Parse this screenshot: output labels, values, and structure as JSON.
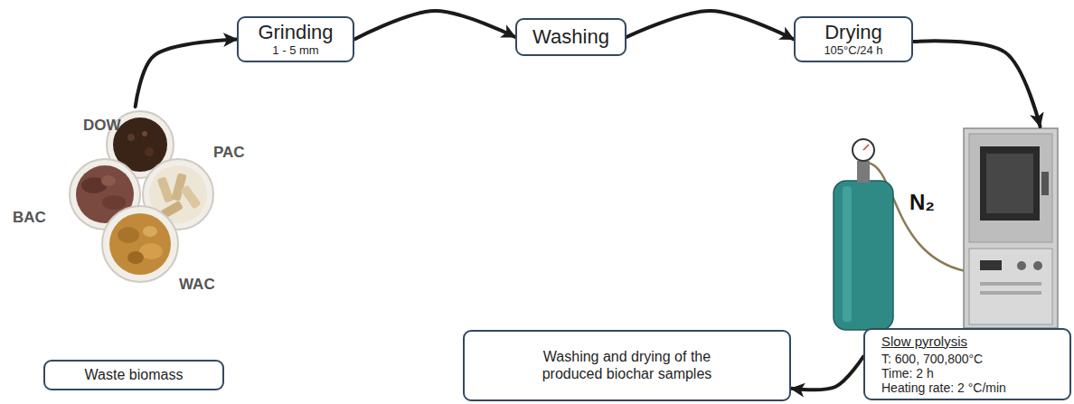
{
  "diagram": {
    "nodes": [
      {
        "text": [
          "Waste biomass"
        ]
      },
      {
        "text": [
          "Grinding",
          "1 - 5 mm"
        ]
      },
      {
        "text": [
          "Washing"
        ]
      },
      {
        "text": [
          "Drying",
          "105°C/24 h"
        ]
      },
      {
        "text": [
          "Slow pyrolysis",
          "T: 600, 700,800°C",
          "Time: 2 h",
          "Heating rate: 2 °C/min"
        ]
      },
      {
        "text": [
          "Washing and drying of the produced biochar samples"
        ]
      }
    ],
    "edges": [
      {
        "from": 0,
        "to": 1,
        "arrow": "to"
      },
      {
        "from": 1,
        "to": 2,
        "arrow": "to"
      },
      {
        "from": 2,
        "to": 3,
        "arrow": "to"
      },
      {
        "from": 3,
        "to": 4,
        "arrow": "to"
      },
      {
        "from": 4,
        "to": 5,
        "arrow": "to"
      }
    ],
    "labels": [
      "DOW",
      "PAC",
      "BAC",
      "WAC",
      "N₂"
    ]
  }
}
